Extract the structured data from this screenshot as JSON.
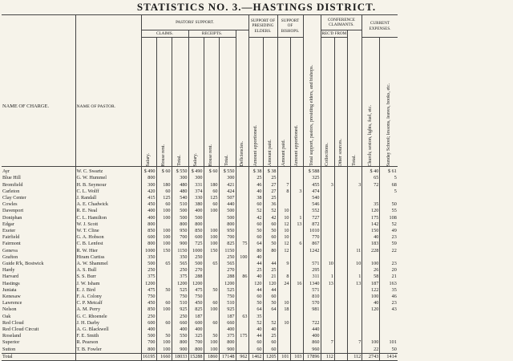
{
  "title": "STATISTICS NO. 3.—HASTINGS DISTRICT.",
  "headers": {
    "charge": "NAME OF CHARGE.",
    "pastor": "NAME OF PASTOR.",
    "pastors_support": "PASTORS' SUPPORT.",
    "claims": "CLAIMS.",
    "receipts": "RECEIPTS.",
    "presiding": "SUPPORT OF PRESIDING ELDERS.",
    "bishops": "SUPPORT OF BISHOPS.",
    "conference": "CONFERENCE CLAIMANTS.",
    "recd_from": "REC'D FROM",
    "current": "CURRENT EXPENSES.",
    "salary": "Salary.",
    "house_rent": "House rent.",
    "total": "Total.",
    "salary2": "Salary.",
    "house_rent2": "House rent.",
    "total2": "Total.",
    "deficiencies": "Deficiencies.",
    "amount_apportioned": "Amount apportioned.",
    "amount_paid": "Amount paid.",
    "amount_paid2": "Amount paid.",
    "amount_apportioned2": "Amount apportioned.",
    "total_support": "Total support, pastors, presiding elders, and bishops.",
    "collections": "Collections.",
    "other_sources": "Other sources.",
    "total3": "Total.",
    "church": "Church; sexton, lights, fuel, etc.",
    "sunday_school": "Sunday School; lessons, leaves, books, etc."
  },
  "rows": [
    {
      "charge": "Ayr",
      "pastor": "W. C. Swartz",
      "v": [
        "$ 490",
        "$ 60",
        "$ 550",
        "$ 490",
        "$ 60",
        "$ 550",
        "",
        "$ 38",
        "$ 38",
        "",
        "",
        "$ 588",
        "",
        "",
        "",
        "$ 40",
        "$ 61"
      ]
    },
    {
      "charge": "Blue Hill",
      "pastor": "G. W. Hummel",
      "v": [
        "800",
        "",
        "300",
        "300",
        "",
        "300",
        "",
        "25",
        "25",
        "",
        "",
        "325",
        "",
        "",
        "",
        "65",
        "5"
      ]
    },
    {
      "charge": "Bromfield",
      "pastor": "H. B. Seymour",
      "v": [
        "300",
        "180",
        "480",
        "331",
        "180",
        "421",
        "",
        "46",
        "27",
        "7",
        "",
        "455",
        "3",
        "",
        "3",
        "72",
        "68"
      ]
    },
    {
      "charge": "Carleton",
      "pastor": "C. L. Wolff",
      "v": [
        "420",
        "60",
        "480",
        "374",
        "60",
        "424",
        "",
        "40",
        "27",
        "8",
        "3",
        "474",
        "",
        "",
        "",
        "",
        "5"
      ]
    },
    {
      "charge": "Clay Center",
      "pastor": "J. Randall",
      "v": [
        "415",
        "125",
        "540",
        "330",
        "125",
        "507",
        "",
        "38",
        "25",
        "",
        "",
        "540",
        "",
        "",
        "",
        "",
        ""
      ]
    },
    {
      "charge": "Cowles",
      "pastor": "A. E. Chadwick",
      "v": [
        "450",
        "60",
        "510",
        "380",
        "60",
        "440",
        "",
        "60",
        "36",
        "",
        "",
        "546",
        "",
        "",
        "",
        "35",
        "50"
      ]
    },
    {
      "charge": "Davenport",
      "pastor": "R. E. Neal",
      "v": [
        "400",
        "100",
        "500",
        "400",
        "100",
        "500",
        "",
        "52",
        "52",
        "10",
        "",
        "552",
        "",
        "",
        "",
        "120",
        "55"
      ]
    },
    {
      "charge": "Doniphan",
      "pastor": "C. L. Hamilton",
      "v": [
        "400",
        "100",
        "500",
        "500",
        "",
        "500",
        "",
        "42",
        "42",
        "10",
        "1",
        "727",
        "",
        "",
        "",
        "175",
        "108"
      ]
    },
    {
      "charge": "Edgar",
      "pastor": "W. J. Scott",
      "v": [
        "800",
        "",
        "800",
        "800",
        "",
        "800",
        "",
        "60",
        "60",
        "12",
        "13",
        "872",
        "",
        "",
        "",
        "142",
        "52"
      ]
    },
    {
      "charge": "Exeter",
      "pastor": "W. T. Cline",
      "v": [
        "850",
        "100",
        "950",
        "850",
        "100",
        "950",
        "",
        "50",
        "50",
        "10",
        "",
        "1010",
        "",
        "",
        "",
        "150",
        "49"
      ]
    },
    {
      "charge": "Fairfield",
      "pastor": "G. A. Hobson",
      "v": [
        "600",
        "100",
        "700",
        "600",
        "100",
        "700",
        "",
        "60",
        "60",
        "10",
        "",
        "770",
        "",
        "",
        "",
        "40",
        "23"
      ]
    },
    {
      "charge": "Fairmont",
      "pastor": "C. B. Lenfest",
      "v": [
        "800",
        "100",
        "900",
        "725",
        "100",
        "825",
        "75",
        "64",
        "50",
        "12",
        "6",
        "867",
        "",
        "",
        "",
        "183",
        "59"
      ]
    },
    {
      "charge": "Geneva",
      "pastor": "R. W. Hier",
      "v": [
        "1000",
        "150",
        "1150",
        "1000",
        "150",
        "1150",
        "",
        "80",
        "80",
        "12",
        "",
        "1242",
        "",
        "",
        "11",
        "228",
        "22"
      ]
    },
    {
      "charge": "Grafton",
      "pastor": "Hiram Curtiss",
      "v": [
        "350",
        "",
        "350",
        "250",
        "",
        "250",
        "100",
        "40",
        "",
        "",
        "",
        "",
        "",
        "",
        "",
        "",
        ""
      ]
    },
    {
      "charge": "Guide R'k, Bostwick",
      "pastor": "A. W. Shammel",
      "v": [
        "500",
        "65",
        "565",
        "500",
        "65",
        "565",
        "",
        "44",
        "44",
        "9",
        "",
        "571",
        "10",
        "",
        "10",
        "100",
        "23"
      ]
    },
    {
      "charge": "Hardy",
      "pastor": "A. S. Bull",
      "v": [
        "250",
        "",
        "250",
        "270",
        "",
        "270",
        "",
        "25",
        "25",
        "",
        "",
        "295",
        "",
        "",
        "",
        "26",
        "20"
      ]
    },
    {
      "charge": "Harvard",
      "pastor": "S. S. Burr",
      "v": [
        "375",
        "",
        "375",
        "288",
        "",
        "288",
        "86",
        "40",
        "21",
        "8",
        "",
        "311",
        "1",
        "",
        "1",
        "58",
        "21"
      ]
    },
    {
      "charge": "Hastings",
      "pastor": "J. W. Isham",
      "v": [
        "1200",
        "",
        "1200",
        "1200",
        "",
        "1200",
        "",
        "120",
        "120",
        "24",
        "16",
        "1340",
        "13",
        "",
        "13",
        "187",
        "163"
      ]
    },
    {
      "charge": "Juniata",
      "pastor": "E. J. Bird",
      "v": [
        "475",
        "50",
        "525",
        "475",
        "50",
        "525",
        "",
        "44",
        "44",
        "",
        "",
        "571",
        "",
        "",
        "",
        "122",
        "35"
      ]
    },
    {
      "charge": "Kenesaw",
      "pastor": "F. A. Colony",
      "v": [
        "750",
        "",
        "750",
        "750",
        "",
        "750",
        "",
        "60",
        "60",
        "",
        "",
        "810",
        "",
        "",
        "",
        "100",
        "46"
      ]
    },
    {
      "charge": "Lawrence",
      "pastor": "C. P. Metcalf",
      "v": [
        "450",
        "60",
        "510",
        "450",
        "60",
        "510",
        "",
        "50",
        "50",
        "10",
        "",
        "570",
        "",
        "",
        "",
        "40",
        "23"
      ]
    },
    {
      "charge": "Nelson",
      "pastor": "A. M. Perry",
      "v": [
        "850",
        "100",
        "925",
        "825",
        "100",
        "925",
        "",
        "64",
        "64",
        "18",
        "",
        "981",
        "",
        "",
        "",
        "120",
        "43"
      ]
    },
    {
      "charge": "Oak",
      "pastor": "G. C. Rhoenele",
      "v": [
        "250",
        "",
        "250",
        "187",
        "",
        "187",
        "63",
        "35",
        "",
        "",
        "",
        "",
        "",
        "",
        "",
        "",
        ""
      ]
    },
    {
      "charge": "Red Cloud",
      "pastor": "J. H. Darby",
      "v": [
        "600",
        "60",
        "660",
        "600",
        "60",
        "660",
        "",
        "52",
        "52",
        "10",
        "",
        "722",
        "",
        "",
        "",
        "",
        ""
      ]
    },
    {
      "charge": "Red Cloud Circuit",
      "pastor": "A. G. Blackwell",
      "v": [
        "400",
        "",
        "400",
        "400",
        "",
        "400",
        "",
        "40",
        "40",
        "",
        "",
        "440",
        "",
        "",
        "",
        "",
        ""
      ]
    },
    {
      "charge": "Roseland",
      "pastor": "F. E. Smith",
      "v": [
        "500",
        "50",
        "550",
        "325",
        "50",
        "375",
        "175",
        "44",
        "25",
        "",
        "",
        "400",
        "",
        "",
        "",
        "",
        ""
      ]
    },
    {
      "charge": "Superior",
      "pastor": "R. Pearson",
      "v": [
        "700",
        "100",
        "800",
        "700",
        "100",
        "800",
        "",
        "60",
        "60",
        "",
        "",
        "860",
        "7",
        "",
        "7",
        "100",
        "101"
      ]
    },
    {
      "charge": "Sutton",
      "pastor": "T. B. Fowler",
      "v": [
        "800",
        "100",
        "900",
        "800",
        "100",
        "900",
        "",
        "60",
        "60",
        "",
        "",
        "960",
        "",
        "",
        "",
        "22",
        "50"
      ]
    }
  ],
  "total": {
    "charge": "Total",
    "pastor": "",
    "v": [
      "16195",
      "1660",
      "18033",
      "15288",
      "1860",
      "17148",
      "962",
      "1462",
      "1205",
      "101",
      "103",
      "17896",
      "112",
      "",
      "112",
      "2743",
      "1414"
    ]
  }
}
